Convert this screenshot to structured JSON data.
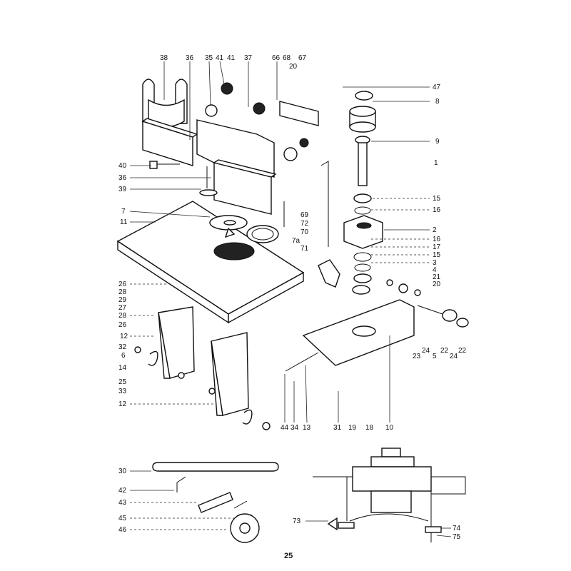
{
  "page_number": "25",
  "labels": {
    "top": [
      "38",
      "36",
      "35",
      "41",
      "41",
      "37",
      "66",
      "68",
      "67",
      "20"
    ],
    "right_column": [
      "47",
      "8",
      "9",
      "1",
      "15",
      "16",
      "2",
      "16",
      "17",
      "15",
      "3",
      "4",
      "21",
      "20"
    ],
    "left_column": [
      "40",
      "36",
      "39",
      "7",
      "11",
      "26",
      "28",
      "29",
      "27",
      "28",
      "26",
      "12",
      "32",
      "6",
      "14",
      "25",
      "33",
      "12"
    ],
    "bottom_row": [
      "69",
      "72",
      "70",
      "7a",
      "71",
      "44",
      "34",
      "13",
      "31",
      "19",
      "18",
      "10",
      "23",
      "24",
      "5",
      "22",
      "24",
      "22"
    ],
    "lower_section": [
      "30",
      "42",
      "43",
      "45",
      "46",
      "73",
      "74",
      "75"
    ]
  }
}
